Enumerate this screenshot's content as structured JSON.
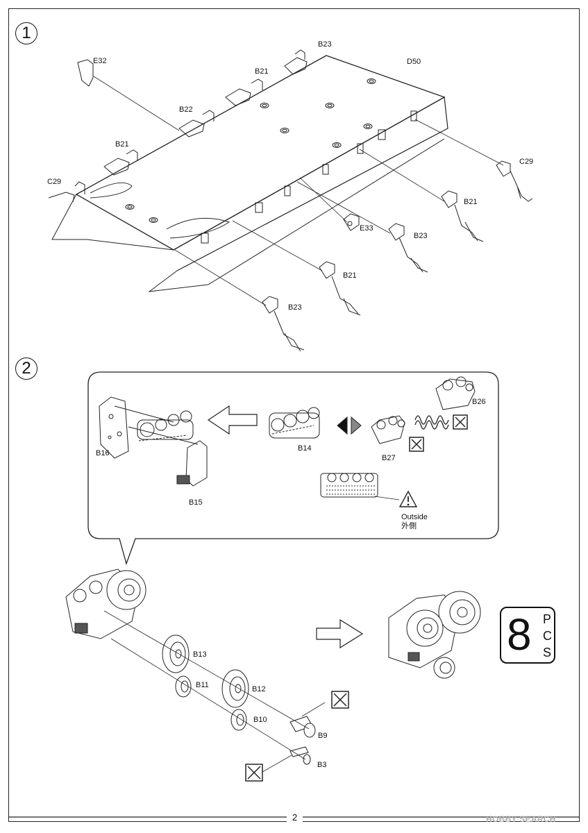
{
  "page": {
    "number": "2",
    "watermark": "HOBBY SEARCH"
  },
  "step1": {
    "number": "1",
    "parts": {
      "e32": "E32",
      "b23_top": "B23",
      "d50": "D50",
      "b21_top": "B21",
      "b22": "B22",
      "b21_left": "B21",
      "c29_left": "C29",
      "c29_right": "C29",
      "b21_right": "B21",
      "e33": "E33",
      "b23_mid": "B23",
      "b21_bottom": "B21",
      "b23_bottom": "B23"
    }
  },
  "step2": {
    "number": "2",
    "callout": {
      "b16": "B16",
      "b15": "B15",
      "b14": "B14",
      "b26": "B26",
      "b27": "B27",
      "warning_en": "Outside",
      "warning_jp": "外側"
    },
    "wheels": {
      "b13": "B13",
      "b11": "B11",
      "b12": "B12",
      "b10": "B10",
      "b9": "B9",
      "b3": "B3"
    },
    "quantity": {
      "value": "8",
      "unit": "P\nC\nS"
    }
  },
  "icons": [
    "no-glue-icon",
    "warning-triangle-icon",
    "assembly-arrow-icon",
    "reverse-arrows-icon"
  ]
}
